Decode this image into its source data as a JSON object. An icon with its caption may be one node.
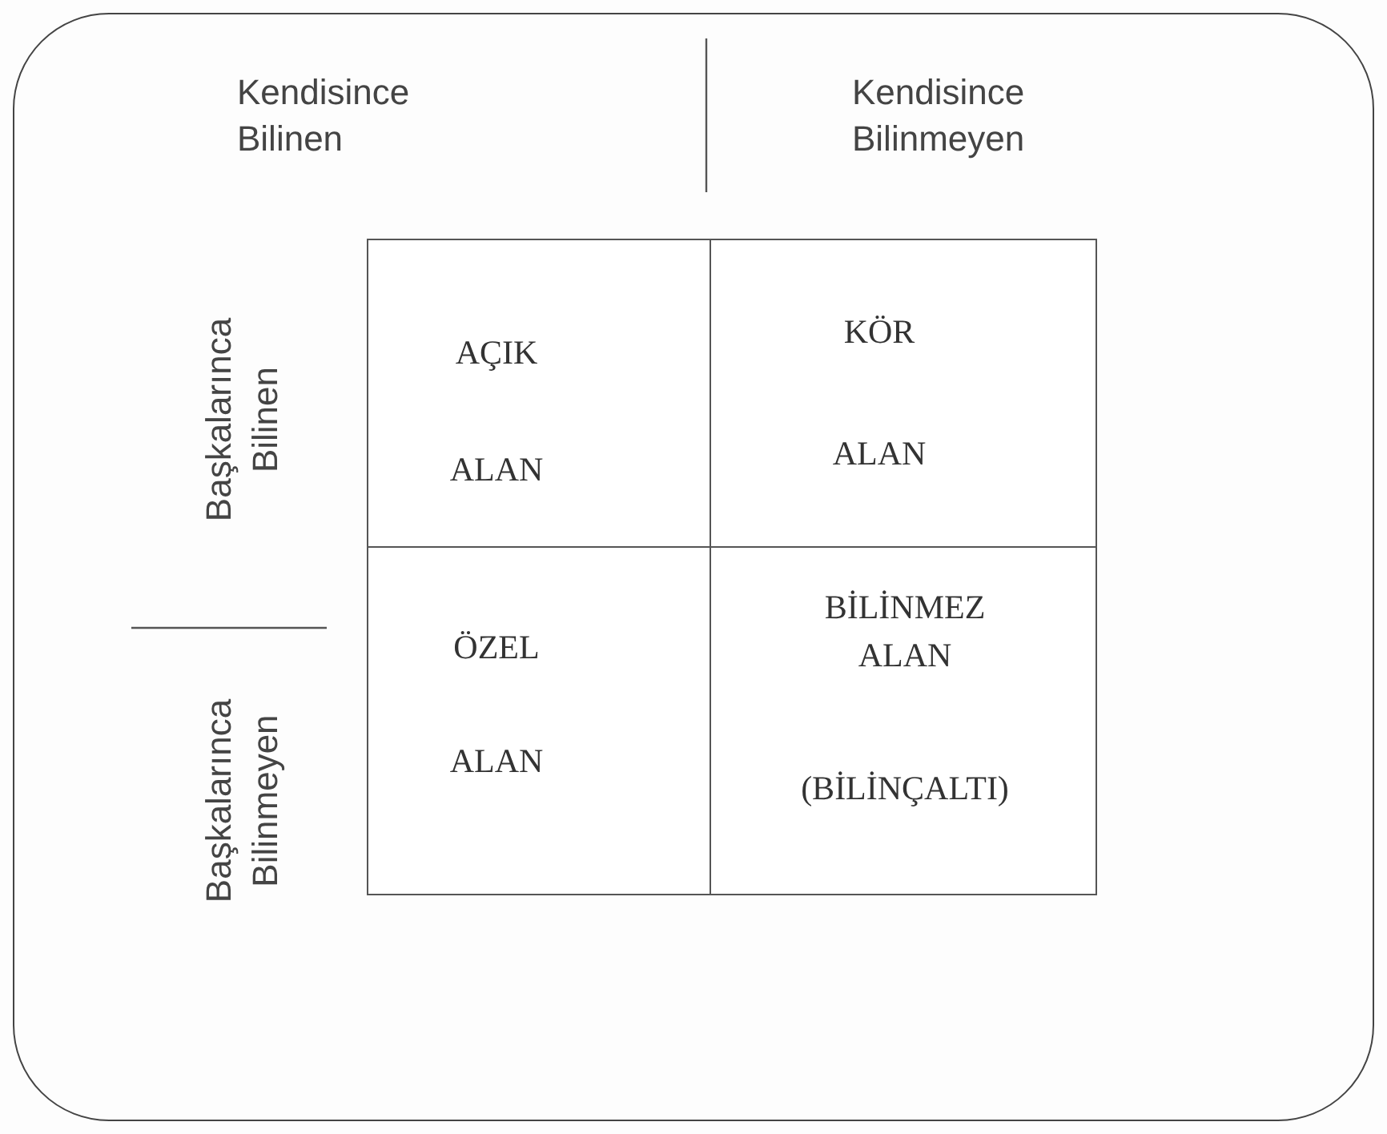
{
  "diagram": {
    "nodes": [
      {
        "text": [],
        "shape": "box"
      },
      {
        "text": [
          "AÇIK",
          "ALAN"
        ],
        "in": 0
      },
      {
        "text": [
          "KÖR",
          "ALAN"
        ],
        "in": 0
      },
      {
        "text": [
          "ÖZEL",
          "ALAN"
        ],
        "in": 0
      },
      {
        "text": [
          "BİLİNMEZ ALAN",
          "(BİLİNÇALTI)"
        ],
        "in": 0
      }
    ],
    "labels": [
      "Kendisince Bilinen",
      "Kendisince Bilinmeyen",
      "Başkalarınca Bilinen",
      "Başkalarınca Bilinmeyen"
    ]
  }
}
